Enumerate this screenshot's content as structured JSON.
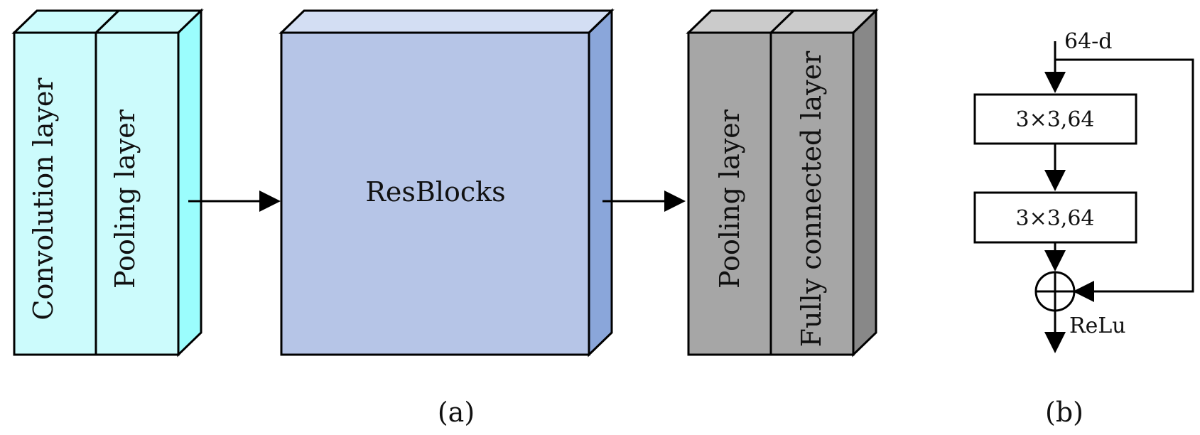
{
  "panel_a": {
    "block1": {
      "layers": [
        "Convolution layer",
        "Pooling layer"
      ],
      "colors": {
        "front": "#ccfbfc",
        "top": "#ccfbfc",
        "side": "#9bfdfd"
      }
    },
    "block2": {
      "label": "ResBlocks",
      "colors": {
        "front": "#b6c5e7",
        "top": "#d3def3",
        "side": "#8aa6da"
      }
    },
    "block3": {
      "layers": [
        "Pooling layer",
        "Fully connected layer"
      ],
      "colors": {
        "front": "#a6a6a6",
        "top": "#cbcbcb",
        "side": "#888888"
      }
    },
    "caption": "(a)"
  },
  "panel_b": {
    "input_label": "64-d",
    "conv1": "3×3,64",
    "conv2": "3×3,64",
    "activation": "ReLu",
    "sum_node": "plus-circle",
    "caption": "(b)"
  }
}
